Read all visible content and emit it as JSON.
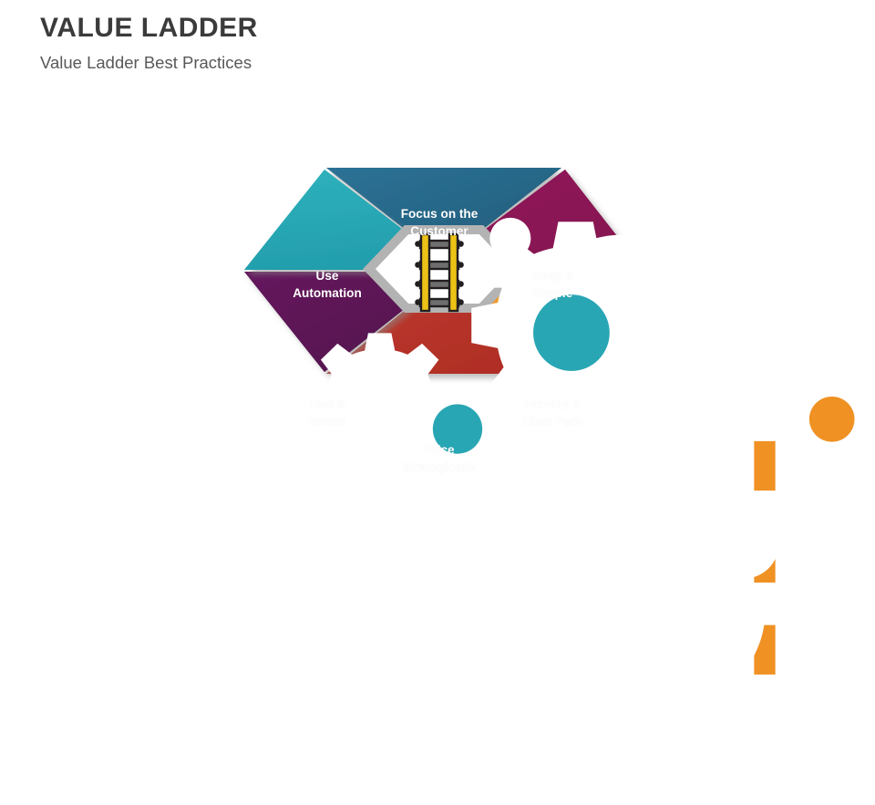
{
  "heading": {
    "title": "VALUE LADDER",
    "subtitle": "Value Ladder Best Practices"
  },
  "diagram": {
    "type": "hexagon-wheel",
    "center": {
      "icon": "ladder-icon",
      "fill": "#ffffff",
      "ring_color": "#b3b3b3"
    },
    "segments": [
      {
        "id": "focus-on-the-customer",
        "label_line1": "Focus on the",
        "label_line2": "Customer",
        "color": "#27668c",
        "icon": "customer-search-icon",
        "position": "top"
      },
      {
        "id": "keep-it-simple",
        "label_line1": "Keep it",
        "label_line2": "Simple",
        "color": "#8d1356",
        "icon": "clapping-hands-icon",
        "position": "top-right"
      },
      {
        "id": "provide-a-clear-path",
        "label_line1": "Provide a",
        "label_line2": "Clear Path",
        "color": "#ef9123",
        "icon": "road-pin-icon",
        "position": "bottom-right"
      },
      {
        "id": "price-strategically",
        "label_line1": "Price",
        "label_line2": "Strategically",
        "color": "#b53329",
        "icon": "price-tag-pawn-icon",
        "position": "bottom"
      },
      {
        "id": "test-and-iterate",
        "label_line1": "Test &",
        "label_line2": "Iterate",
        "color": "#5d1556",
        "icon": "refresh-cycle-icon",
        "position": "bottom-left"
      },
      {
        "id": "use-automation",
        "label_line1": "Use",
        "label_line2": "Automation",
        "color": "#29a6b4",
        "icon": "gears-icon",
        "position": "top-left"
      }
    ]
  },
  "colors": {
    "background": "#ffffff",
    "title_text": "#3b3b3b",
    "subtitle_text": "#585858",
    "label_text": "#ffffff",
    "shadow": "#bdbdbd",
    "ladder_rail": "#edc216",
    "ladder_rung": "#6e6e6e",
    "ladder_outline": "#231f20"
  }
}
